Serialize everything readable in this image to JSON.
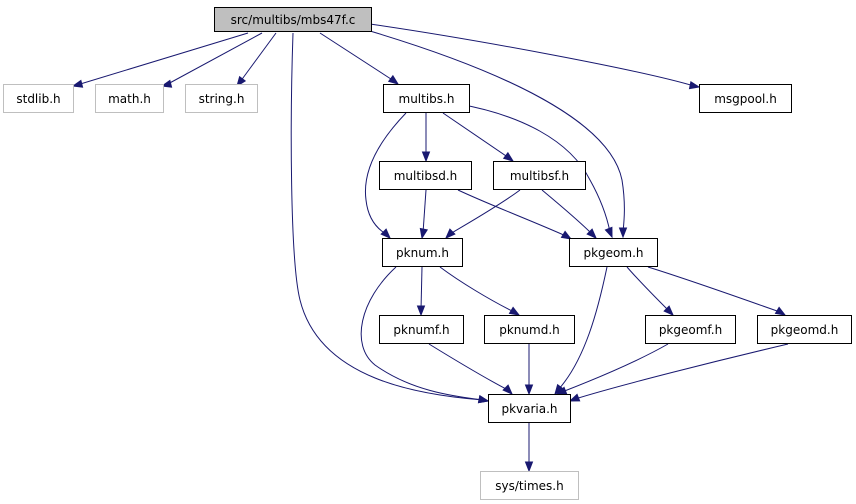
{
  "nodes": [
    {
      "id": "mbs47f",
      "label": "src/multibs/mbs47f.c",
      "style": "root"
    },
    {
      "id": "stdlib",
      "label": "stdlib.h",
      "style": "sys"
    },
    {
      "id": "math",
      "label": "math.h",
      "style": "sys"
    },
    {
      "id": "string",
      "label": "string.h",
      "style": "sys"
    },
    {
      "id": "multibs",
      "label": "multibs.h",
      "style": "local"
    },
    {
      "id": "msgpool",
      "label": "msgpool.h",
      "style": "local"
    },
    {
      "id": "multibsd",
      "label": "multibsd.h",
      "style": "local"
    },
    {
      "id": "multibsf",
      "label": "multibsf.h",
      "style": "local"
    },
    {
      "id": "pknum",
      "label": "pknum.h",
      "style": "local"
    },
    {
      "id": "pkgeom",
      "label": "pkgeom.h",
      "style": "local"
    },
    {
      "id": "pknumf",
      "label": "pknumf.h",
      "style": "local"
    },
    {
      "id": "pknumd",
      "label": "pknumd.h",
      "style": "local"
    },
    {
      "id": "pkgeomf",
      "label": "pkgeomf.h",
      "style": "local"
    },
    {
      "id": "pkgeomd",
      "label": "pkgeomd.h",
      "style": "local"
    },
    {
      "id": "pkvaria",
      "label": "pkvaria.h",
      "style": "local"
    },
    {
      "id": "systimes",
      "label": "sys/times.h",
      "style": "sys"
    }
  ],
  "edges": [
    {
      "from": "mbs47f",
      "to": "stdlib"
    },
    {
      "from": "mbs47f",
      "to": "math"
    },
    {
      "from": "mbs47f",
      "to": "string"
    },
    {
      "from": "mbs47f",
      "to": "multibs"
    },
    {
      "from": "mbs47f",
      "to": "pkgeom"
    },
    {
      "from": "mbs47f",
      "to": "msgpool"
    },
    {
      "from": "mbs47f",
      "to": "pkvaria"
    },
    {
      "from": "multibs",
      "to": "multibsd"
    },
    {
      "from": "multibs",
      "to": "multibsf"
    },
    {
      "from": "multibs",
      "to": "pknum"
    },
    {
      "from": "multibs",
      "to": "pkgeom"
    },
    {
      "from": "multibsd",
      "to": "pknum"
    },
    {
      "from": "multibsd",
      "to": "pkgeom"
    },
    {
      "from": "multibsf",
      "to": "pknum"
    },
    {
      "from": "multibsf",
      "to": "pkgeom"
    },
    {
      "from": "pknum",
      "to": "pknumf"
    },
    {
      "from": "pknum",
      "to": "pknumd"
    },
    {
      "from": "pknum",
      "to": "pkvaria"
    },
    {
      "from": "pkgeom",
      "to": "pkgeomf"
    },
    {
      "from": "pkgeom",
      "to": "pkgeomd"
    },
    {
      "from": "pkgeom",
      "to": "pkvaria"
    },
    {
      "from": "pknumf",
      "to": "pkvaria"
    },
    {
      "from": "pknumd",
      "to": "pkvaria"
    },
    {
      "from": "pkgeomf",
      "to": "pkvaria"
    },
    {
      "from": "pkgeomd",
      "to": "pkvaria"
    },
    {
      "from": "pkvaria",
      "to": "systimes"
    }
  ],
  "colors": {
    "edge": "#191970",
    "root_fill": "#bfbfbf",
    "sys_border": "#bfbfbf",
    "local_border": "#000000"
  }
}
